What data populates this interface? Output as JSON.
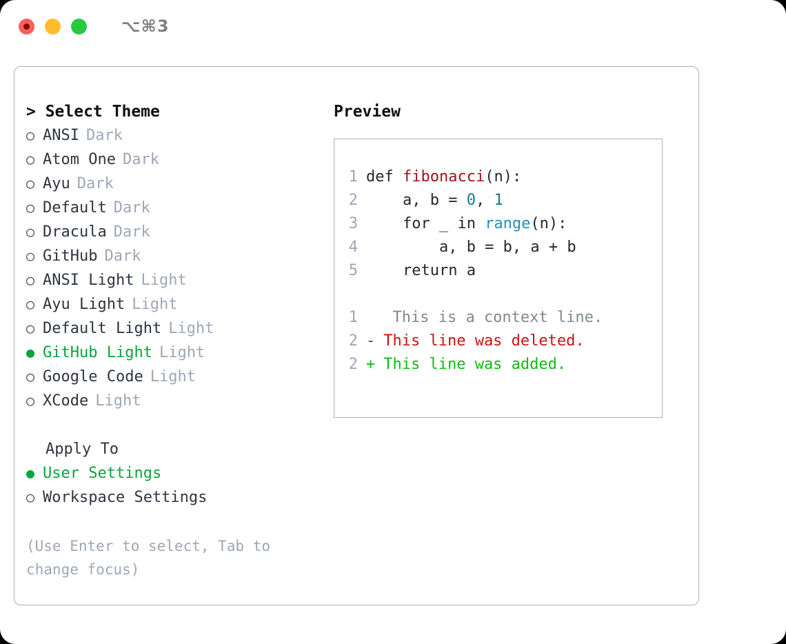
{
  "titlebar": {
    "shortcut": "⌥⌘3",
    "lights": [
      "close",
      "minimize",
      "maximize"
    ]
  },
  "theme_picker": {
    "heading": "> Select Theme",
    "caret": ">",
    "heading_text": "Select Theme",
    "bullet_unselected": "○",
    "bullet_selected": "●",
    "selected_accent": "#0ca33c",
    "items": [
      {
        "label": "ANSI",
        "tag": "Dark",
        "selected": false
      },
      {
        "label": "Atom One",
        "tag": "Dark",
        "selected": false
      },
      {
        "label": "Ayu",
        "tag": "Dark",
        "selected": false
      },
      {
        "label": "Default",
        "tag": "Dark",
        "selected": false
      },
      {
        "label": "Dracula",
        "tag": "Dark",
        "selected": false
      },
      {
        "label": "GitHub",
        "tag": "Dark",
        "selected": false
      },
      {
        "label": "ANSI Light",
        "tag": "Light",
        "selected": false
      },
      {
        "label": "Ayu Light",
        "tag": "Light",
        "selected": false
      },
      {
        "label": "Default Light",
        "tag": "Light",
        "selected": false
      },
      {
        "label": "GitHub Light",
        "tag": "Light",
        "selected": true
      },
      {
        "label": "Google Code",
        "tag": "Light",
        "selected": false
      },
      {
        "label": "XCode",
        "tag": "Light",
        "selected": false
      }
    ]
  },
  "apply_to": {
    "heading": "Apply To",
    "items": [
      {
        "label": "User Settings",
        "selected": true
      },
      {
        "label": "Workspace Settings",
        "selected": false
      }
    ]
  },
  "hint": "(Use Enter to select, Tab to change focus)",
  "preview": {
    "title": "Preview",
    "code_lines": [
      {
        "no": "1",
        "tokens": [
          {
            "t": "def ",
            "c": "plain"
          },
          {
            "t": "fibonacci",
            "c": "fn"
          },
          {
            "t": "(n):",
            "c": "plain"
          }
        ]
      },
      {
        "no": "2",
        "tokens": [
          {
            "t": "    a, b = ",
            "c": "plain"
          },
          {
            "t": "0",
            "c": "num"
          },
          {
            "t": ", ",
            "c": "plain"
          },
          {
            "t": "1",
            "c": "num"
          }
        ]
      },
      {
        "no": "3",
        "tokens": [
          {
            "t": "    for _ in ",
            "c": "plain"
          },
          {
            "t": "range",
            "c": "call"
          },
          {
            "t": "(n):",
            "c": "plain"
          }
        ]
      },
      {
        "no": "4",
        "tokens": [
          {
            "t": "        a, b = b, a + b",
            "c": "plain"
          }
        ]
      },
      {
        "no": "5",
        "tokens": [
          {
            "t": "    return a",
            "c": "plain"
          }
        ]
      }
    ],
    "diff_lines": [
      {
        "no": "1",
        "mark": " ",
        "text": "  This is a context line.",
        "kind": "context"
      },
      {
        "no": "2",
        "mark": "-",
        "text": " This line was deleted.",
        "kind": "del"
      },
      {
        "no": "2",
        "mark": "+",
        "text": " This line was added.",
        "kind": "add"
      }
    ]
  }
}
